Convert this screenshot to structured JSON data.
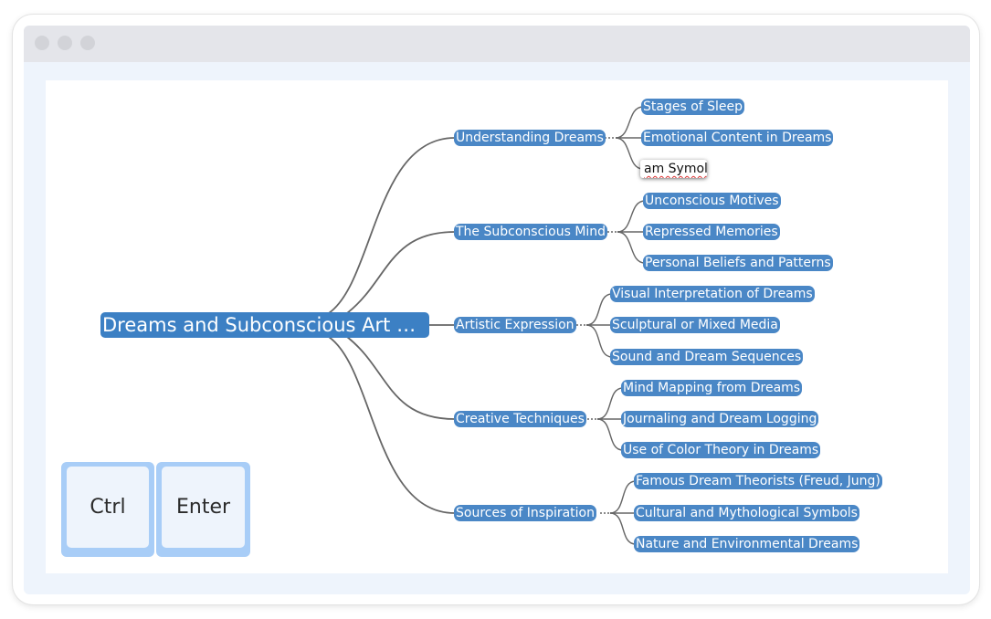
{
  "mindmap": {
    "root": "Dreams and Subconscious Art Generation",
    "branches": [
      {
        "label": "Understanding Dreams",
        "children": [
          "Stages of Sleep",
          "Emotional Content in Dreams"
        ],
        "editing_value": "am Symol"
      },
      {
        "label": "The Subconscious Mind",
        "children": [
          "Unconscious Motives",
          "Repressed Memories",
          "Personal Beliefs and Patterns"
        ]
      },
      {
        "label": "Artistic Expression",
        "children": [
          "Visual Interpretation of Dreams",
          "Sculptural or Mixed Media",
          "Sound and Dream Sequences"
        ]
      },
      {
        "label": "Creative Techniques",
        "children": [
          "Mind Mapping from Dreams",
          "Journaling and Dream Logging",
          "Use of Color Theory in Dreams"
        ]
      },
      {
        "label": "Sources of Inspiration",
        "children": [
          "Famous Dream Theorists (Freud, Jung)",
          "Cultural and Mythological Symbols",
          "Nature and Environmental Dreams"
        ]
      }
    ]
  },
  "keys": {
    "ctrl": "Ctrl",
    "enter": "Enter"
  },
  "colors": {
    "node": "#4a87c6",
    "root": "#3c80c4",
    "link": "#666666",
    "key_border": "#a8cdf7"
  }
}
